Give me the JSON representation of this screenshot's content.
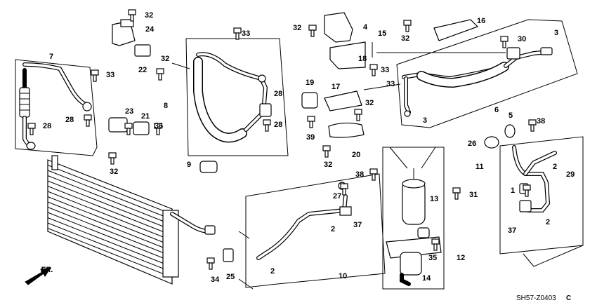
{
  "part_labels": [
    "1",
    "2",
    "2",
    "2",
    "2",
    "3",
    "3",
    "4",
    "5",
    "6",
    "7",
    "8",
    "9",
    "10",
    "11",
    "12",
    "13",
    "14",
    "15",
    "16",
    "17",
    "18",
    "19",
    "20",
    "21",
    "22",
    "23",
    "24",
    "25",
    "26",
    "27",
    "28",
    "28",
    "28",
    "28",
    "29",
    "30",
    "31",
    "32",
    "32",
    "32",
    "32",
    "32",
    "32",
    "32",
    "33",
    "33",
    "33",
    "33",
    "34",
    "35",
    "36",
    "37",
    "37",
    "38",
    "38",
    "39"
  ],
  "diagram_code": "SH57-Z0403",
  "diagram_suffix": "C",
  "front_label": "FR."
}
